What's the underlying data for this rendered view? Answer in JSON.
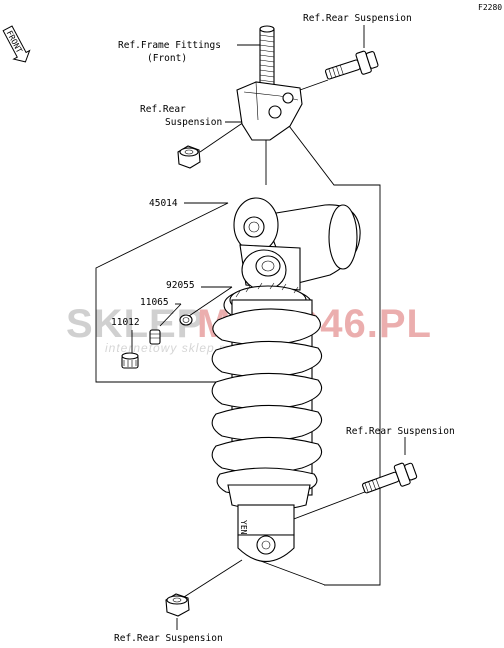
{
  "figure_code": "F2280",
  "front_badge": "FRONT",
  "labels": {
    "ref_rear_susp_top": "Ref.Rear Suspension",
    "ref_frame_fittings": "Ref.Frame Fittings",
    "ref_frame_fittings_sub": "(Front)",
    "ref_rear_left_1": "Ref.Rear",
    "ref_rear_left_2": "Suspension",
    "part_45014": "45014",
    "part_92055": "92055",
    "part_11065": "11065",
    "part_11012": "11012",
    "ref_rear_susp_right": "Ref.Rear Suspension",
    "ref_rear_susp_bottom": "Ref.Rear Suspension",
    "shock_marking": "YEN"
  },
  "watermark": {
    "left": "SKLEP",
    "right": "MOTO46.PL",
    "sub": "internetowy sklep motocyklowy",
    "color_left": "#c8c8c8",
    "color_right": "#e8a0a0"
  }
}
